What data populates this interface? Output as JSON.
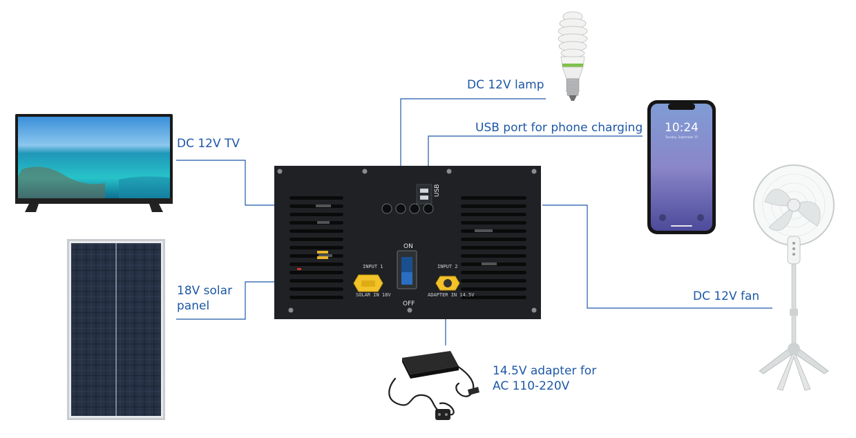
{
  "labels": {
    "lamp": "DC 12V lamp",
    "usb": "USB port for phone charging",
    "tv": "DC 12V TV",
    "solar_line1": "18V solar",
    "solar_line2": "panel",
    "fan": "DC 12V fan",
    "adapter_line1": "14.5V adapter for",
    "adapter_line2": "AC 110-220V"
  },
  "panel": {
    "usb": "USB",
    "on": "ON",
    "off": "OFF",
    "input1": "INPUT 1",
    "input1_sub": "SOLAR IN 18V",
    "input2": "INPUT 2",
    "input2_sub": "ADAPTER IN 14.5V"
  },
  "phone": {
    "time": "10:24",
    "date": "Tuesday, September 15"
  },
  "colors": {
    "label": "#1d57a6",
    "connector_line": "#1d57a6",
    "panel": "#1f2124",
    "input_connector": "#f3c32a"
  },
  "icons": [
    "tv-icon",
    "solar-panel-icon",
    "lamp-icon",
    "phone-icon",
    "fan-icon",
    "adapter-icon",
    "power-box-icon"
  ]
}
